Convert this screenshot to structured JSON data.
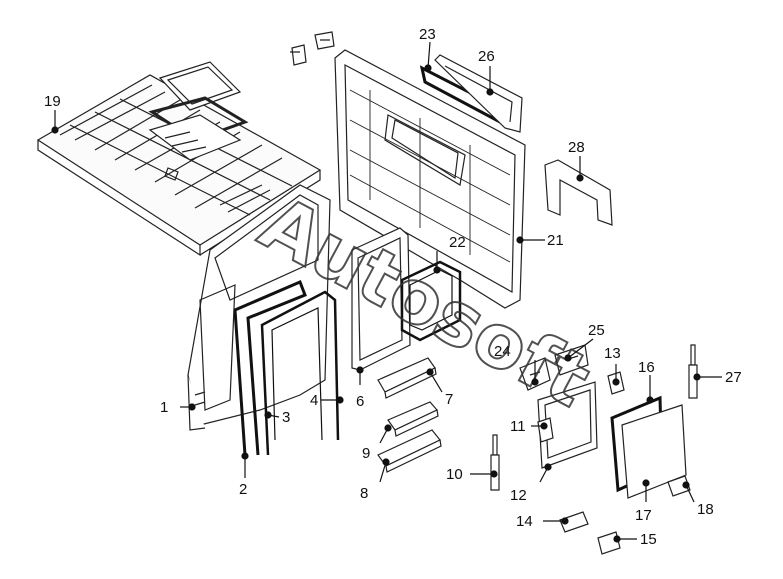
{
  "callouts": [
    {
      "n": "1"
    },
    {
      "n": "2"
    },
    {
      "n": "3"
    },
    {
      "n": "4"
    },
    {
      "n": "6"
    },
    {
      "n": "7"
    },
    {
      "n": "8"
    },
    {
      "n": "9"
    },
    {
      "n": "10"
    },
    {
      "n": "11"
    },
    {
      "n": "12"
    },
    {
      "n": "13"
    },
    {
      "n": "14"
    },
    {
      "n": "15"
    },
    {
      "n": "16"
    },
    {
      "n": "17"
    },
    {
      "n": "18"
    },
    {
      "n": "19"
    },
    {
      "n": "21"
    },
    {
      "n": "22"
    },
    {
      "n": "23"
    },
    {
      "n": "24"
    },
    {
      "n": "25"
    },
    {
      "n": "26"
    },
    {
      "n": "27"
    },
    {
      "n": "28"
    }
  ],
  "watermark": {
    "text": "Autosoft"
  }
}
